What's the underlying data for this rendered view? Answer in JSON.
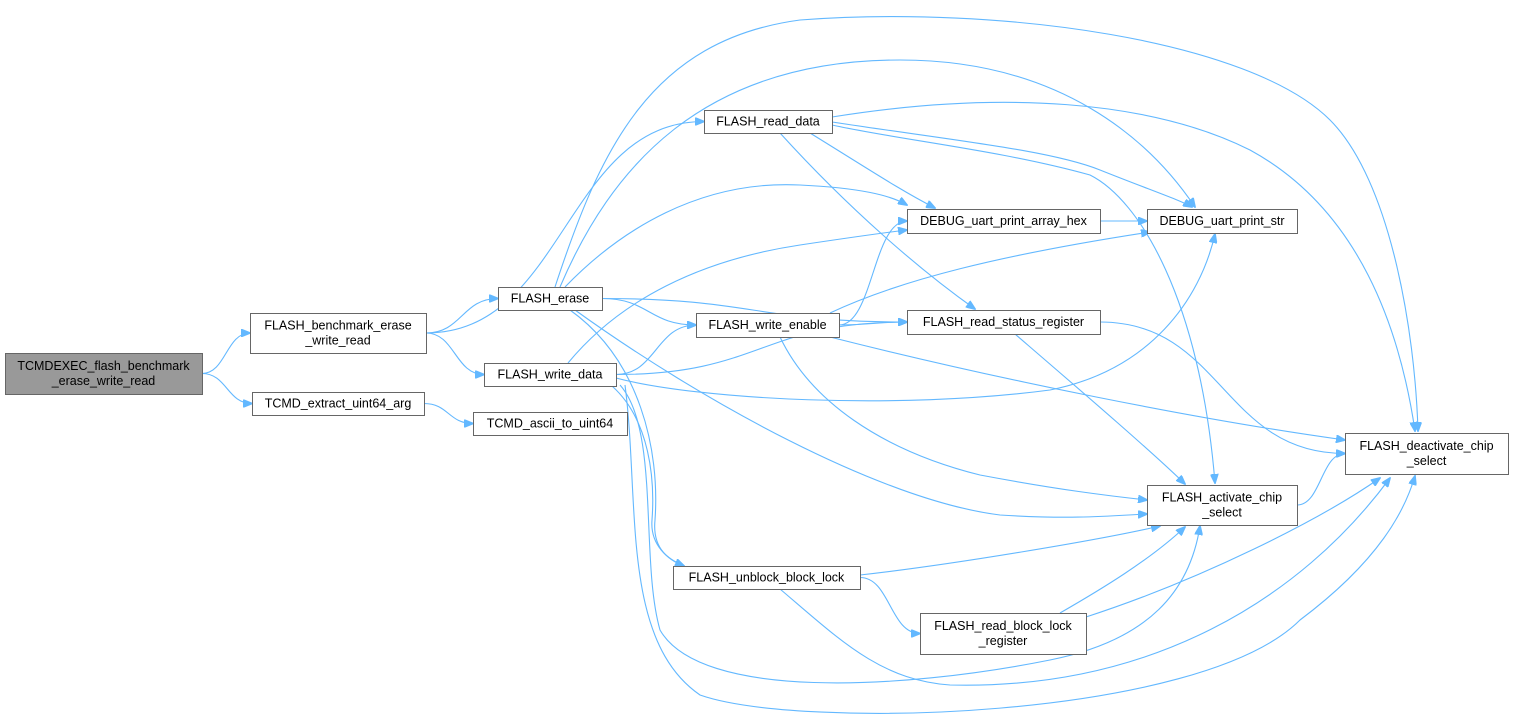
{
  "diagram": {
    "type": "call-graph",
    "edge_color": "#63b8ff",
    "root_fill": "#999999",
    "node_fill": "#ffffff",
    "node_border": "#666666",
    "nodes": [
      {
        "id": "tcmdexec",
        "lines": [
          "TCMDEXEC_flash_benchmark",
          "_erase_write_read"
        ],
        "root": true
      },
      {
        "id": "bench",
        "lines": [
          "FLASH_benchmark_erase",
          "_write_read"
        ]
      },
      {
        "id": "extract",
        "lines": [
          "TCMD_extract_uint64_arg"
        ]
      },
      {
        "id": "ascii",
        "lines": [
          "TCMD_ascii_to_uint64"
        ]
      },
      {
        "id": "erase",
        "lines": [
          "FLASH_erase"
        ]
      },
      {
        "id": "write_data",
        "lines": [
          "FLASH_write_data"
        ]
      },
      {
        "id": "read_data",
        "lines": [
          "FLASH_read_data"
        ]
      },
      {
        "id": "debug_hex",
        "lines": [
          "DEBUG_uart_print_array_hex"
        ]
      },
      {
        "id": "debug_str",
        "lines": [
          "DEBUG_uart_print_str"
        ]
      },
      {
        "id": "write_enable",
        "lines": [
          "FLASH_write_enable"
        ]
      },
      {
        "id": "read_status",
        "lines": [
          "FLASH_read_status_register"
        ]
      },
      {
        "id": "deactivate",
        "lines": [
          "FLASH_deactivate_chip",
          "_select"
        ]
      },
      {
        "id": "activate",
        "lines": [
          "FLASH_activate_chip",
          "_select"
        ]
      },
      {
        "id": "unblock",
        "lines": [
          "FLASH_unblock_block_lock"
        ]
      },
      {
        "id": "read_block",
        "lines": [
          "FLASH_read_block_lock",
          "_register"
        ]
      }
    ],
    "edges": [
      [
        "tcmdexec",
        "bench"
      ],
      [
        "tcmdexec",
        "extract"
      ],
      [
        "extract",
        "ascii"
      ],
      [
        "bench",
        "erase"
      ],
      [
        "bench",
        "write_data"
      ],
      [
        "bench",
        "read_data"
      ],
      [
        "read_data",
        "debug_hex"
      ],
      [
        "read_data",
        "debug_str"
      ],
      [
        "read_data",
        "read_status"
      ],
      [
        "read_data",
        "activate"
      ],
      [
        "read_data",
        "deactivate"
      ],
      [
        "debug_hex",
        "debug_str"
      ],
      [
        "erase",
        "debug_hex"
      ],
      [
        "erase",
        "debug_str"
      ],
      [
        "erase",
        "deactivate"
      ],
      [
        "erase",
        "write_enable"
      ],
      [
        "erase",
        "read_status"
      ],
      [
        "erase",
        "activate"
      ],
      [
        "erase",
        "unblock"
      ],
      [
        "write_enable",
        "debug_hex"
      ],
      [
        "write_enable",
        "debug_str"
      ],
      [
        "write_enable",
        "read_status"
      ],
      [
        "write_enable",
        "deactivate"
      ],
      [
        "write_enable",
        "activate"
      ],
      [
        "write_data",
        "debug_hex"
      ],
      [
        "write_data",
        "write_enable"
      ],
      [
        "write_data",
        "read_status"
      ],
      [
        "write_data",
        "debug_str"
      ],
      [
        "write_data",
        "unblock"
      ],
      [
        "write_data",
        "activate"
      ],
      [
        "write_data",
        "deactivate"
      ],
      [
        "read_status",
        "activate"
      ],
      [
        "read_status",
        "deactivate"
      ],
      [
        "activate",
        "deactivate"
      ],
      [
        "unblock",
        "activate"
      ],
      [
        "unblock",
        "read_block"
      ],
      [
        "unblock",
        "deactivate"
      ],
      [
        "read_block",
        "activate"
      ],
      [
        "read_block",
        "deactivate"
      ]
    ]
  }
}
